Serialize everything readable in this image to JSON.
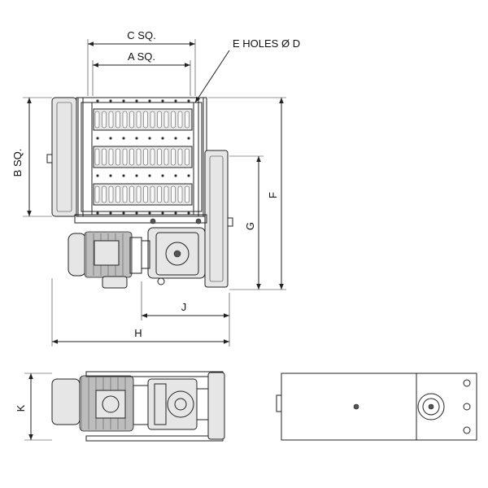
{
  "labels": {
    "c_sq": "C SQ.",
    "a_sq": "A SQ.",
    "e_holes": "E HOLES Ø D",
    "b_sq": "B SQ.",
    "f": "F",
    "g": "G",
    "j": "J",
    "h": "H",
    "k": "K"
  }
}
